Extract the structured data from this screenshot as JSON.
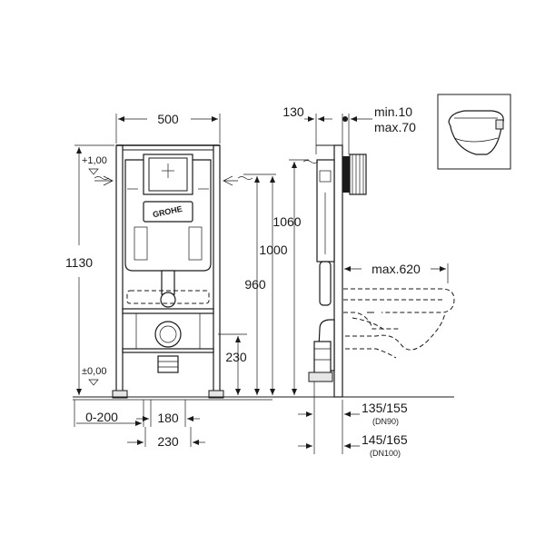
{
  "brand": "GROHE",
  "dimensions": {
    "frame_width": "500",
    "total_height": "1130",
    "level_top": "+1,00",
    "level_floor": "±0,00",
    "height_1060": "1060",
    "height_1000": "1000",
    "height_960": "960",
    "height_230": "230",
    "offset_0_200": "0-200",
    "width_180": "180",
    "width_230": "230",
    "depth_130": "130",
    "min_10": "min.10",
    "max_70": "max.70",
    "max_620": "max.620",
    "dim_135_155": "135/155",
    "dn90": "(DN90)",
    "dim_145_165": "145/165",
    "dn100": "(DN100)"
  }
}
